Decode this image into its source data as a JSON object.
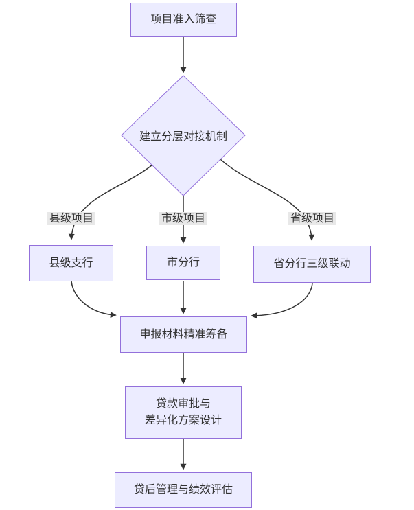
{
  "diagram": {
    "type": "flowchart",
    "direction": "top-down",
    "nodes": {
      "screening": {
        "label": "项目准入筛查",
        "shape": "rect"
      },
      "mechanism": {
        "label": "建立分层对接机制",
        "shape": "diamond"
      },
      "county_branch": {
        "label": "县级支行",
        "shape": "rect"
      },
      "city_branch": {
        "label": "市分行",
        "shape": "rect"
      },
      "province_branch": {
        "label": "省分行三级联动",
        "shape": "rect"
      },
      "materials": {
        "label": "申报材料精准筹备",
        "shape": "rect"
      },
      "approval": {
        "label": "贷款审批与\n差异化方案设计",
        "shape": "rect"
      },
      "post_loan": {
        "label": "贷后管理与绩效评估",
        "shape": "rect"
      }
    },
    "edges": [
      {
        "from": "screening",
        "to": "mechanism",
        "label": ""
      },
      {
        "from": "mechanism",
        "to": "county_branch",
        "label": "县级项目"
      },
      {
        "from": "mechanism",
        "to": "city_branch",
        "label": "市级项目"
      },
      {
        "from": "mechanism",
        "to": "province_branch",
        "label": "省级项目"
      },
      {
        "from": "county_branch",
        "to": "materials",
        "label": ""
      },
      {
        "from": "city_branch",
        "to": "materials",
        "label": ""
      },
      {
        "from": "province_branch",
        "to": "materials",
        "label": ""
      },
      {
        "from": "materials",
        "to": "approval",
        "label": ""
      },
      {
        "from": "approval",
        "to": "post_loan",
        "label": ""
      }
    ],
    "colors": {
      "node_fill": "#ECECFF",
      "node_border": "#9370DB",
      "edge_line": "#333333",
      "edge_label_bg": "#e8e8e8",
      "text": "#333333",
      "background": "#ffffff"
    }
  }
}
